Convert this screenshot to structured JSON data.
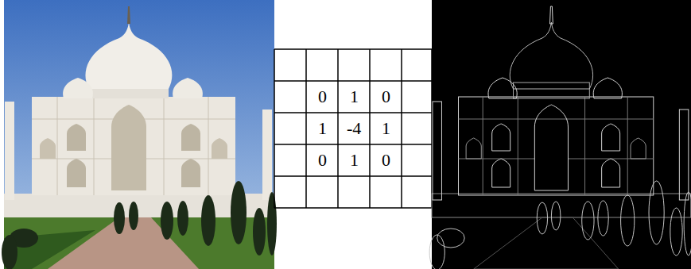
{
  "diagram": {
    "labels": [
      "0",
      "1",
      "0",
      "1",
      "-4",
      "1",
      "0",
      "1",
      "0"
    ]
  }
}
